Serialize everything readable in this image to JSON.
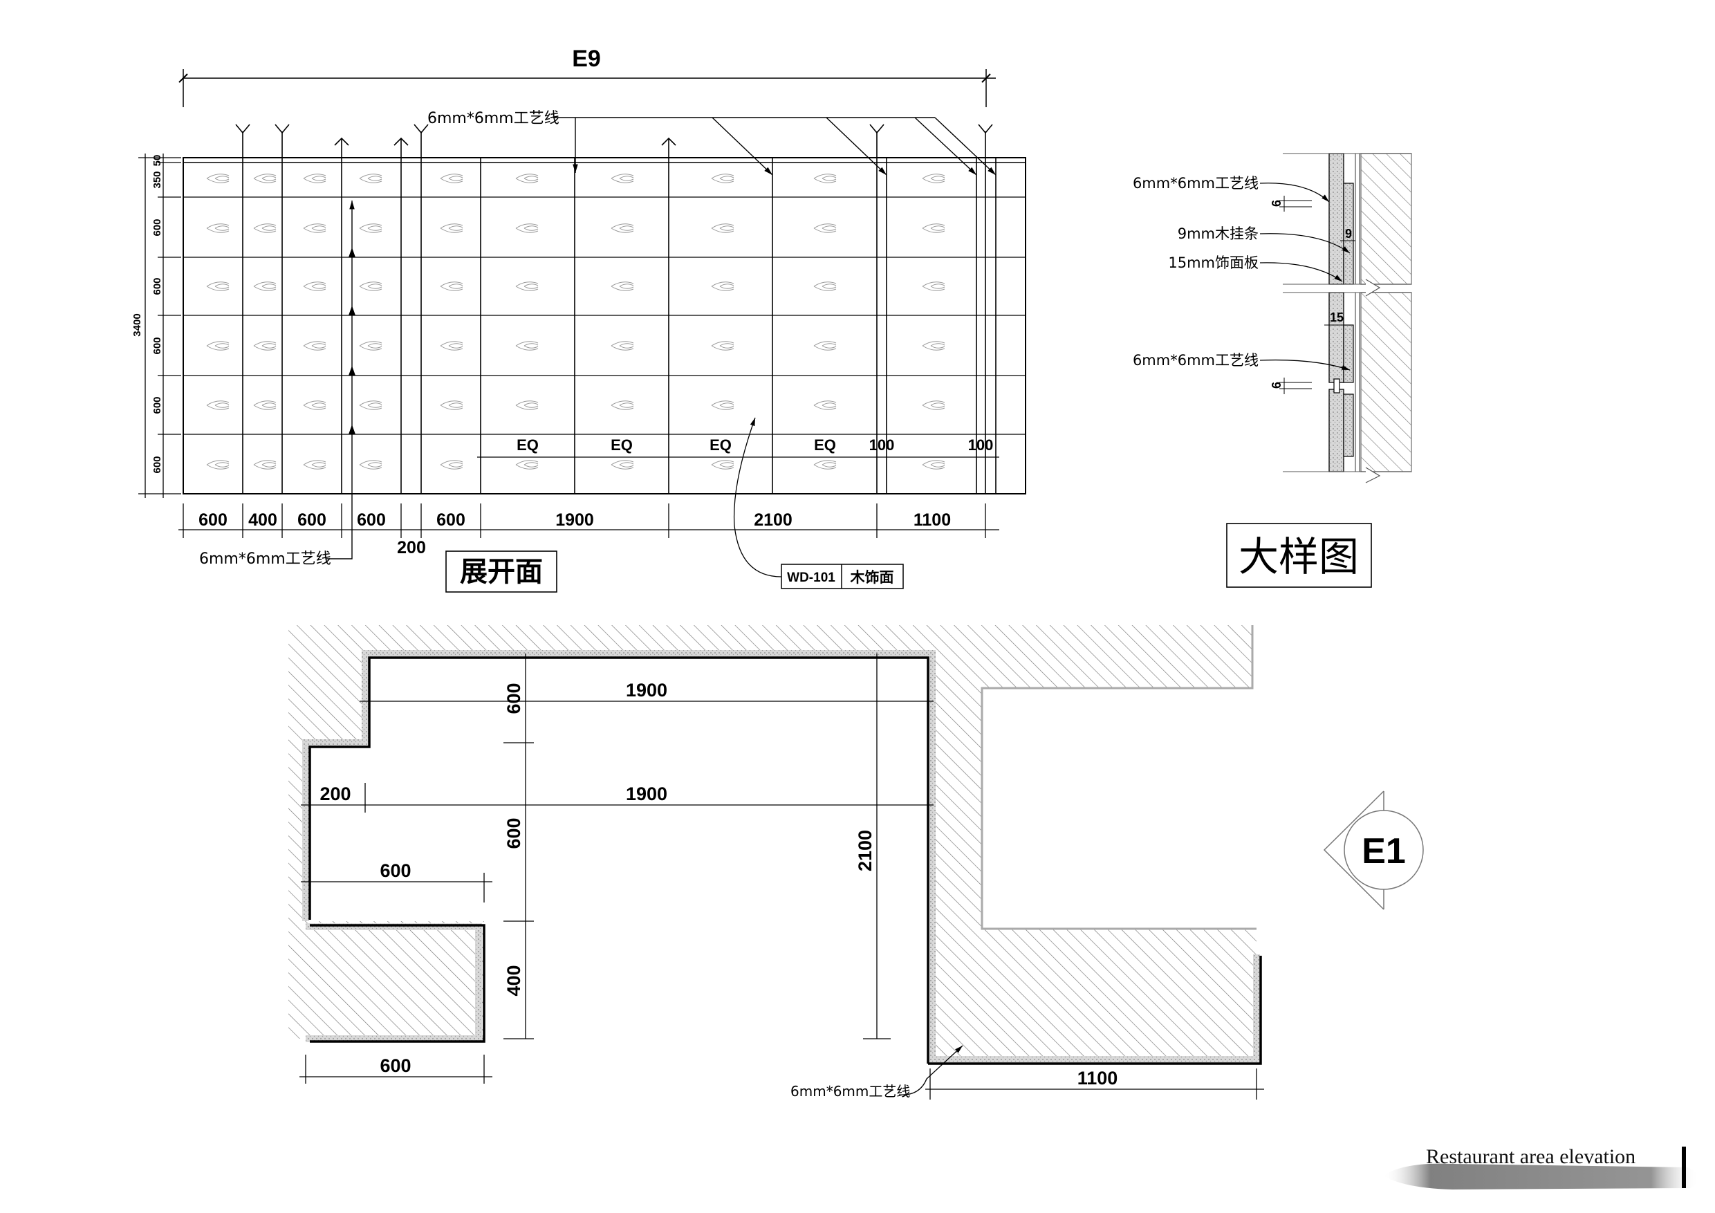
{
  "drawing": {
    "title_stamp": "Restaurant area elevation",
    "colors": {
      "ink": "#000000",
      "hatch": "#777777",
      "fill_texture": "#bdbdbd",
      "brush": "#6e6e6e"
    }
  },
  "elevation": {
    "id_label": "E9",
    "caption": "展开面",
    "overall_height": "3400",
    "row_heights": [
      "50",
      "350",
      "600",
      "600",
      "600",
      "600",
      "600"
    ],
    "column_widths": [
      {
        "label": "600"
      },
      {
        "label": "400"
      },
      {
        "label": "600"
      },
      {
        "label": "600"
      },
      {
        "label": "200"
      },
      {
        "label": "600"
      },
      {
        "label": "1900"
      },
      {
        "label": "2100"
      },
      {
        "label": "1100"
      }
    ],
    "inner_dims": {
      "eq": [
        "EQ",
        "EQ",
        "EQ",
        "EQ"
      ],
      "offsets": [
        "100",
        "100"
      ]
    },
    "callouts": {
      "groove_top": "6mm*6mm工艺线",
      "groove_bottom": "6mm*6mm工艺线",
      "material_code": "WD-101",
      "material_name": "木饰面"
    }
  },
  "detail": {
    "caption": "大样图",
    "labels": {
      "groove1": "6mm*6mm工艺线",
      "batten": "9mm木挂条",
      "panel": "15mm饰面板",
      "groove2": "6mm*6mm工艺线"
    },
    "dims": {
      "gap1": "6",
      "batten": "9",
      "panel": "15",
      "gap2": "6"
    }
  },
  "plan": {
    "dims": {
      "top_1900": "1900",
      "mid_1900": "1900",
      "left_200": "200",
      "left_600": "600",
      "bottom_600": "600",
      "vert_600_a": "600",
      "vert_600_b": "600",
      "vert_400": "400",
      "vert_2100": "2100",
      "bottom_1100": "1100"
    },
    "callout": "6mm*6mm工艺线",
    "view_marker": "E1"
  }
}
